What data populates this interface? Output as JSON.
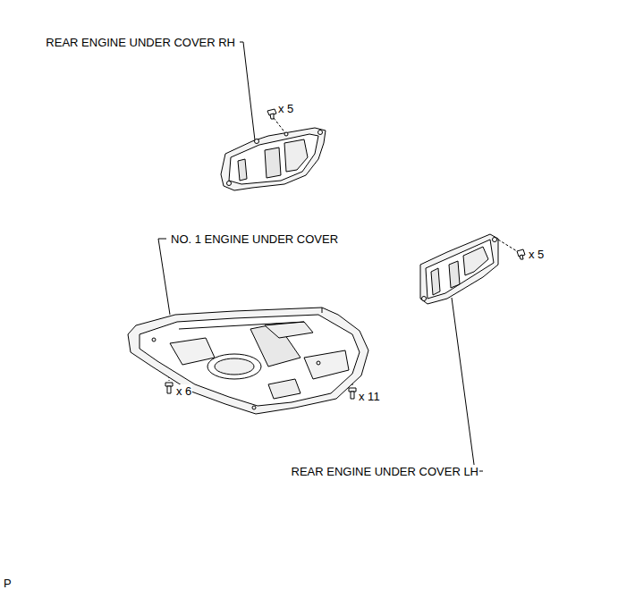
{
  "diagram": {
    "labels": [
      "REAR ENGINE UNDER COVER RH",
      "x 5",
      "NO. 1 ENGINE UNDER COVER",
      "x 5",
      "x 6",
      "x 11",
      "REAR ENGINE UNDER COVER LH",
      "P"
    ]
  }
}
